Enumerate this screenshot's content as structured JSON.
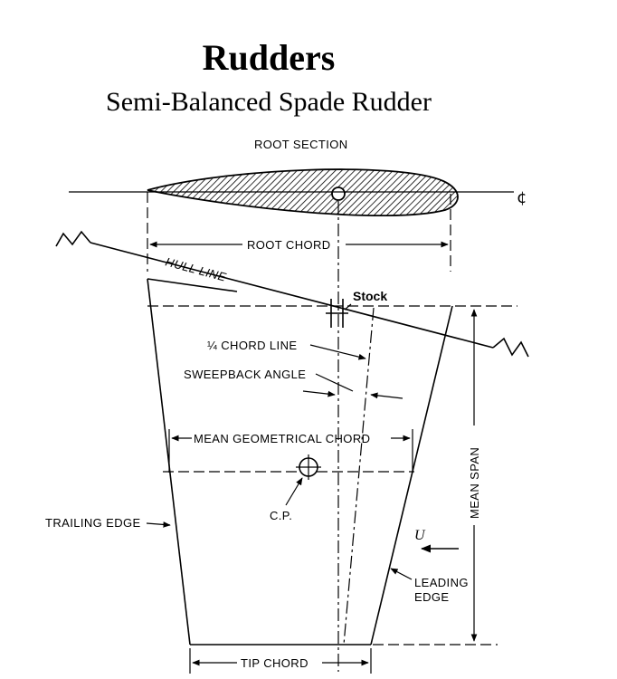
{
  "title": "Rudders",
  "subtitle": "Semi-Balanced Spade Rudder",
  "labels": {
    "root_section": "ROOT SECTION",
    "centerline_symbol": "¢",
    "root_chord": "ROOT CHORD",
    "hull_line": "HULL LINE",
    "stock": "Stock",
    "quarter_chord_line": "¼ CHORD LINE",
    "sweepback_angle": "SWEEPBACK ANGLE",
    "mean_geometrical_chord": "MEAN GEOMETRICAL CHORD",
    "center_of_pressure": "C.P.",
    "trailing_edge": "TRAILING EDGE",
    "flow_velocity": "U",
    "leading_edge_line1": "LEADING",
    "leading_edge_line2": "EDGE",
    "mean_span": "MEAN SPAN",
    "tip_chord": "TIP CHORD"
  }
}
